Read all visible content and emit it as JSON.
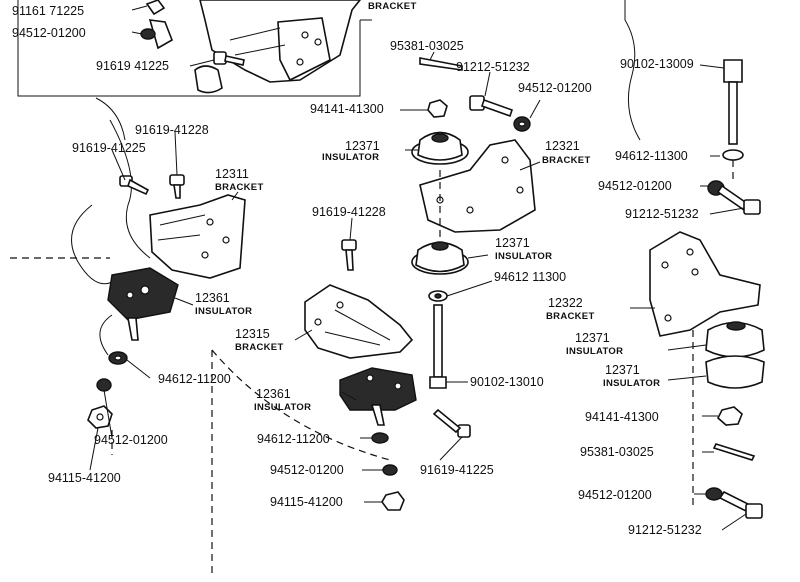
{
  "labels": {
    "p1": "91161 71225",
    "p2": "94512-01200",
    "p3": "91619 41225",
    "p4": "BRACKET",
    "p5": "95381-03025",
    "p6": "91212-51232",
    "p7": "94141-41300",
    "p8": "94512-01200",
    "p9": "90102-13009",
    "p10": "12371",
    "p10s": "INSULATOR",
    "p11": "12321",
    "p11s": "BRACKET",
    "p12": "94612-11300",
    "p13": "94512-01200",
    "p14": "91212-51232",
    "p15": "91619-41228",
    "p16": "91619-41225",
    "p17": "12311",
    "p17s": "BRACKET",
    "p18": "91619-41228",
    "p19": "12371",
    "p19s": "INSULATOR",
    "p20": "94612 11300",
    "p21": "12361",
    "p21s": "INSULATOR",
    "p22": "12322",
    "p22s": "BRACKET",
    "p23": "12315",
    "p23s": "BRACKET",
    "p24": "12371",
    "p24s": "INSULATOR",
    "p25": "12371",
    "p25s": "INSULATOR",
    "p26": "94612-11200",
    "p27": "90102-13010",
    "p28": "12361",
    "p28s": "INSULATOR",
    "p29": "94141-41300",
    "p30": "94512-01200",
    "p31": "94612-11200",
    "p32": "95381-03025",
    "p33": "94512-01200",
    "p34": "91619-41225",
    "p35": "94115-41200",
    "p36": "94115-41200",
    "p37": "94512-01200",
    "p38": "91212-51232"
  }
}
